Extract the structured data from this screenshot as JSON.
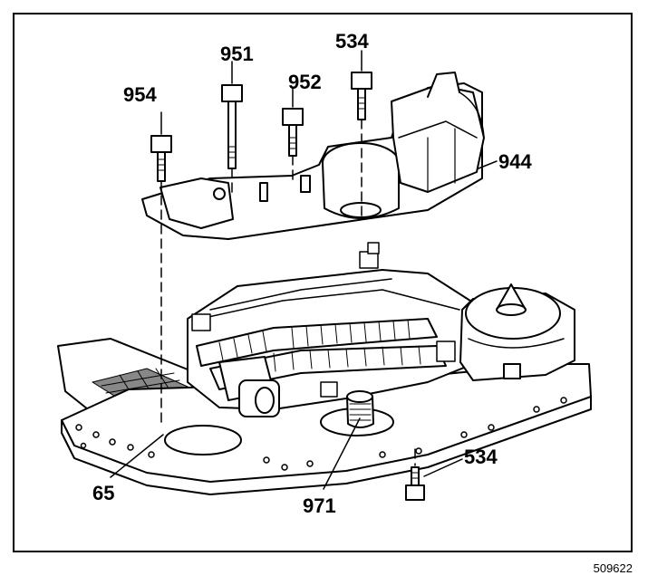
{
  "callouts": {
    "c954": "954",
    "c951": "951",
    "c952": "952",
    "c534_top": "534",
    "c944": "944",
    "c65": "65",
    "c971": "971",
    "c534_bottom": "534"
  },
  "figure_id": "509622",
  "colors": {
    "ink": "#000000",
    "paper": "#ffffff",
    "tone": "#d9d9d9"
  }
}
